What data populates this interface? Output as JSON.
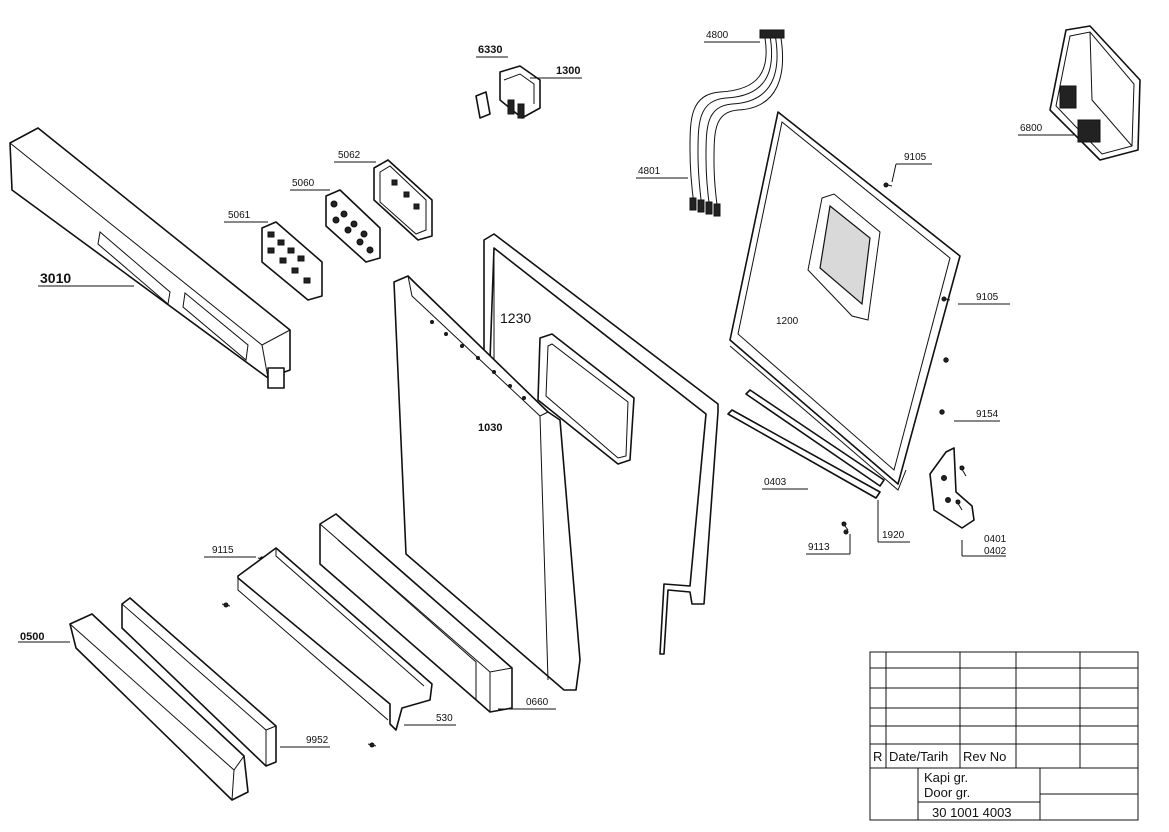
{
  "labels": {
    "p6330": "6330",
    "p1300": "1300",
    "p4800": "4800",
    "p4801": "4801",
    "p6800": "6800",
    "p5062": "5062",
    "p5060": "5060",
    "p5061": "5061",
    "p3010": "3010",
    "p9105a": "9105",
    "p9105b": "9105",
    "p1230": "1230",
    "p1200": "1200",
    "p1030": "1030",
    "p9154": "9154",
    "p0403": "0403",
    "p9113": "9113",
    "p1920": "1920",
    "p0401": "0401",
    "p0402": "0402",
    "p9115": "9115",
    "p0500": "0500",
    "p0660": "0660",
    "p530": "530",
    "p9952": "9952"
  },
  "title_block": {
    "col_r": "R",
    "col_date": "Date/Tarih",
    "col_rev": "Rev No",
    "group_tr": "Kapi gr.",
    "group_en": "Door gr.",
    "drawing_no": "30 1001 4003"
  }
}
